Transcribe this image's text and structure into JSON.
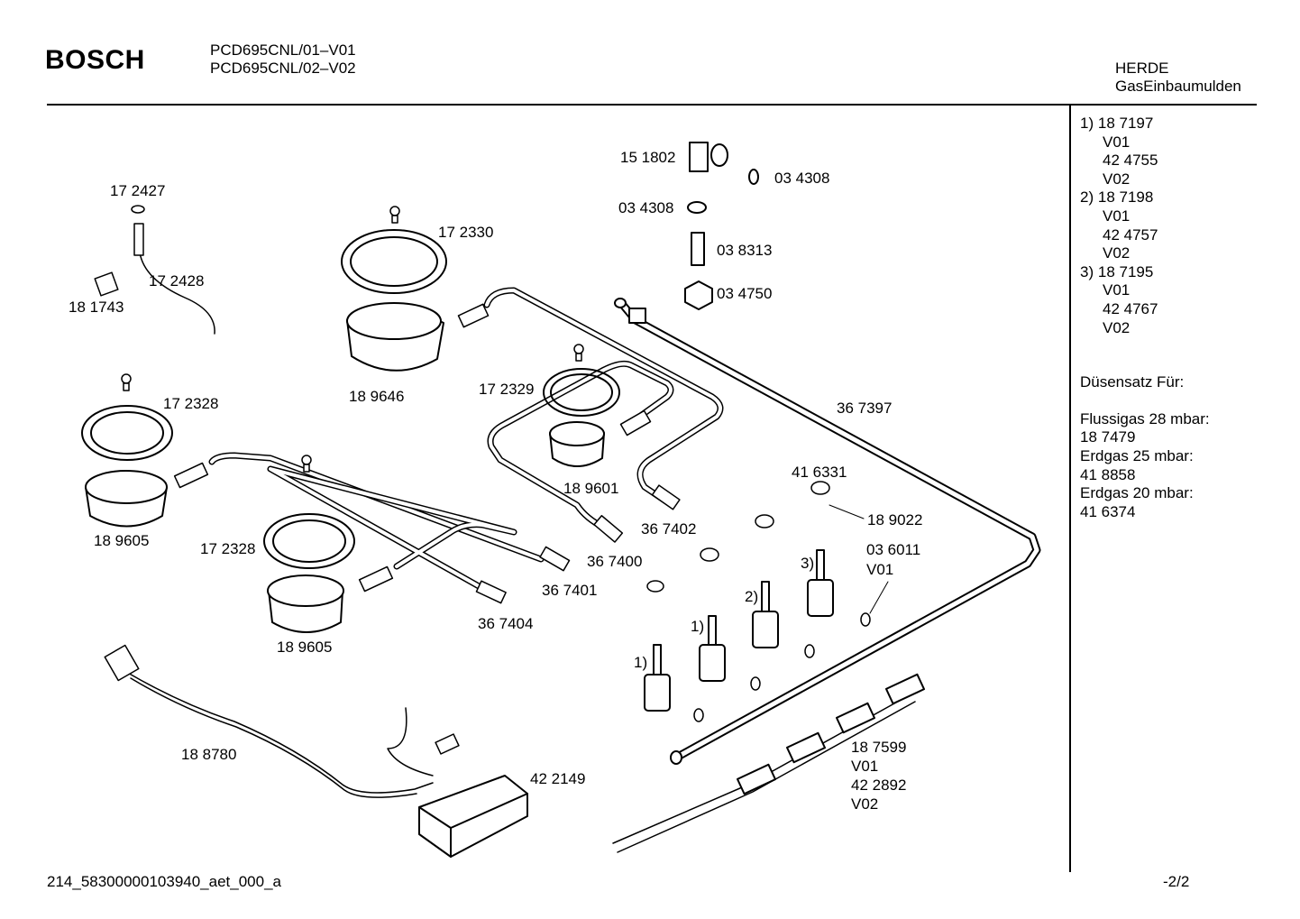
{
  "header": {
    "brand": "BOSCH",
    "models": [
      "PCD695CNL/01–V01",
      "PCD695CNL/02–V02"
    ],
    "category": [
      "HERDE",
      "GasEinbaumulden"
    ]
  },
  "sidebar": {
    "notes": [
      {
        "ref": "1)",
        "part": "18 7197",
        "lines": [
          "V01",
          "42 4755",
          "V02"
        ]
      },
      {
        "ref": "2)",
        "part": "18 7198",
        "lines": [
          "V01",
          "42 4757",
          "V02"
        ]
      },
      {
        "ref": "3)",
        "part": "18 7195",
        "lines": [
          "V01",
          "42 4767",
          "V02"
        ]
      }
    ],
    "nozzle_title": "Düsensatz Für:",
    "nozzles": [
      "Flussigas 28 mbar:",
      "18 7479",
      "Erdgas 25 mbar:",
      "41 8858",
      "Erdgas 20 mbar:",
      "41 6374"
    ]
  },
  "diagram": {
    "labels": [
      "17 2427",
      "17 2428",
      "18 1743",
      "17 2330",
      "18 9646",
      "15 1802",
      "03 4308",
      "03 4308",
      "03 8313",
      "03 4750",
      "17 2328",
      "18 9605",
      "17 2329",
      "18 9601",
      "36 7397",
      "36 7402",
      "17 2328",
      "18 9605",
      "36 7400",
      "36 7401",
      "36 7404",
      "41 6331",
      "18 9022",
      "03 6011",
      "V01",
      "3)",
      "2)",
      "1)",
      "1)",
      "18 8780",
      "42 2149",
      "18 7599",
      "V01",
      "42 2892",
      "V02"
    ]
  },
  "footer": {
    "drawing_id": "214_58300000103940_aet_000_a",
    "page": "-2/2"
  }
}
